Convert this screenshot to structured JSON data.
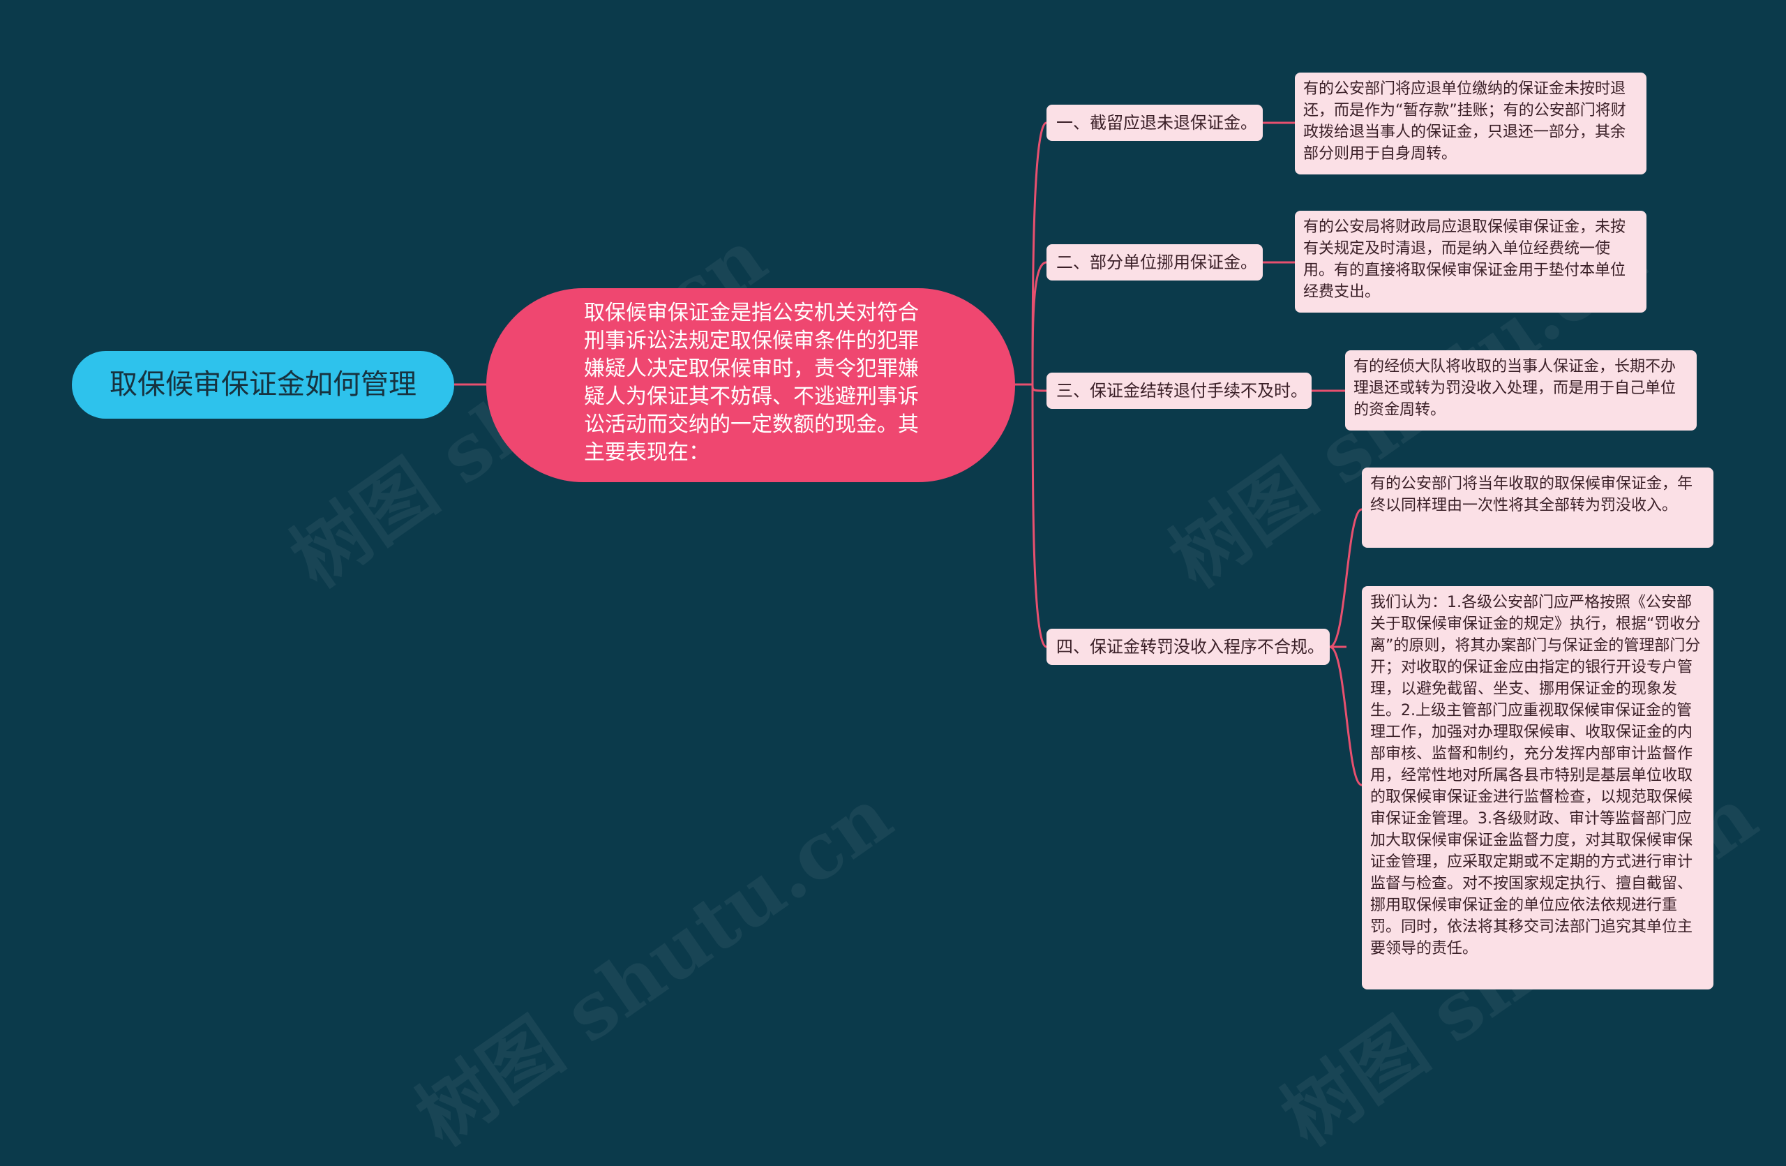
{
  "root": {
    "label": "取保候审保证金如何管理"
  },
  "center": {
    "text": "取保候审保证金是指公安机关对符合刑事诉讼法规定取保候审条件的犯罪嫌疑人决定取保候审时，责令犯罪嫌疑人为保证其不妨碍、不逃避刑事诉讼活动而交纳的一定数额的现金。其主要表现在："
  },
  "branches": [
    {
      "label": "一、截留应退未退保证金。",
      "details": [
        "有的公安部门将应退单位缴纳的保证金未按时退还，而是作为“暂存款”挂账；有的公安部门将财政拨给退当事人的保证金，只退还一部分，其余部分则用于自身周转。"
      ]
    },
    {
      "label": "二、部分单位挪用保证金。",
      "details": [
        "有的公安局将财政局应退取保候审保证金，未按有关规定及时清退，而是纳入单位经费统一使用。有的直接将取保候审保证金用于垫付本单位经费支出。"
      ]
    },
    {
      "label": "三、保证金结转退付手续不及时。",
      "details": [
        "有的经侦大队将收取的当事人保证金，长期不办理退还或转为罚没收入处理，而是用于自己单位的资金周转。"
      ]
    },
    {
      "label": "四、保证金转罚没收入程序不合规。",
      "details": [
        "有的公安部门将当年收取的取保候审保证金，年终以同样理由一次性将其全部转为罚没收入。",
        "我们认为：1.各级公安部门应严格按照《公安部关于取保候审保证金的规定》执行，根据“罚收分离”的原则，将其办案部门与保证金的管理部门分开；对收取的保证金应由指定的银行开设专户管理，以避免截留、坐支、挪用保证金的现象发生。2.上级主管部门应重视取保候审保证金的管理工作，加强对办理取保候审、收取保证金的内部审核、监督和制约，充分发挥内部审计监督作用，经常性地对所属各县市特别是基层单位收取的取保候审保证金进行监督检查，以规范取保候审保证金管理。3.各级财政、审计等监督部门应加大取保候审保证金监督力度，对其取保候审保证金管理，应采取定期或不定期的方式进行审计监督与检查。对不按国家规定执行、擅自截留、挪用取保候审保证金的单位应依法依规进行重罚。同时，依法将其移交司法部门追究其单位主要领导的责任。"
      ]
    }
  ],
  "colors": {
    "background": "#0b3a4b",
    "root": "#2ec2ec",
    "center": "#ef4770",
    "leaf": "#fbe0e6",
    "connector": "#e8506f"
  },
  "watermarks": [
    "树图 shutu.cn",
    "树图 shutu.cn",
    "树图 shutu.cn",
    "树图 shutu.cn"
  ]
}
